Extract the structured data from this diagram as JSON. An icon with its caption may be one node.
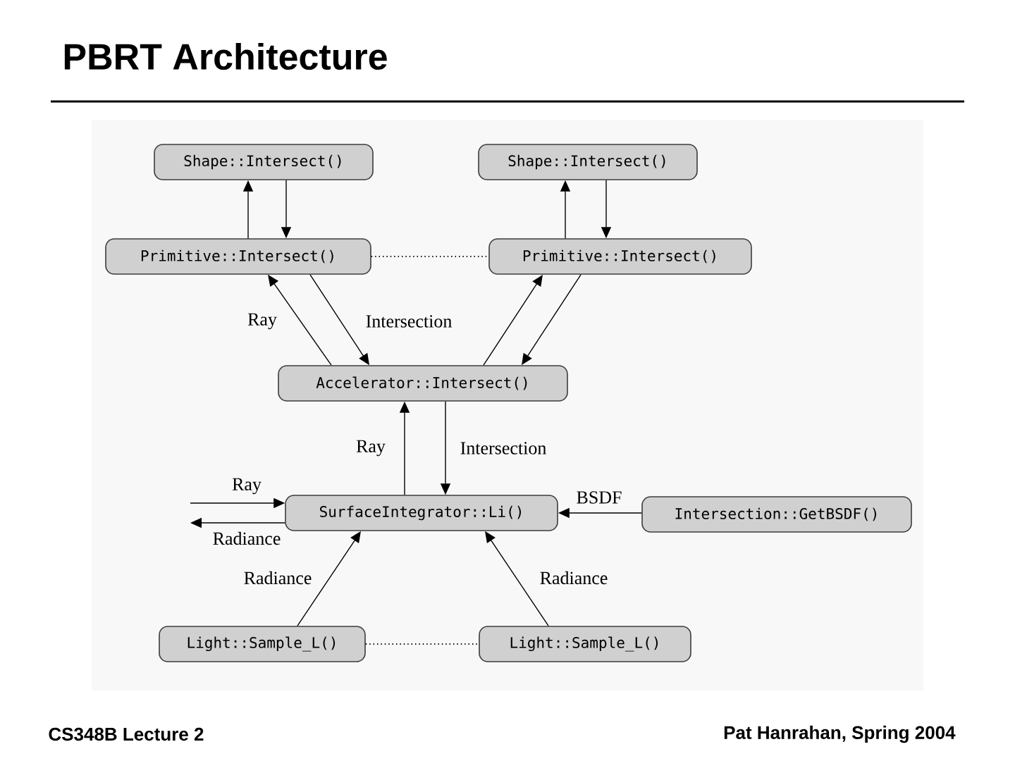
{
  "diagram": {
    "title": "PBRT Architecture",
    "nodes": [
      {
        "text": [
          "Shape::Intersect()"
        ]
      },
      {
        "text": [
          "Shape::Intersect()"
        ]
      },
      {
        "text": [
          "Primitive::Intersect()"
        ]
      },
      {
        "text": [
          "Primitive::Intersect()"
        ]
      },
      {
        "text": [
          "Accelerator::Intersect()"
        ]
      },
      {
        "text": [
          "SurfaceIntegrator::Li()"
        ]
      },
      {
        "text": [
          "Intersection::GetBSDF()"
        ]
      },
      {
        "text": [
          "Light::Sample_L()"
        ]
      },
      {
        "text": [
          "Light::Sample_L()"
        ]
      }
    ],
    "edges": [
      {
        "from": 2,
        "to": 0,
        "arrow": "to"
      },
      {
        "from": 0,
        "to": 2,
        "arrow": "to"
      },
      {
        "from": 3,
        "to": 1,
        "arrow": "to"
      },
      {
        "from": 1,
        "to": 3,
        "arrow": "to"
      },
      {
        "from": 2,
        "to": 3,
        "arrow": "none",
        "style": "dashed"
      },
      {
        "from": 4,
        "to": 2,
        "arrow": "to",
        "label": "Ray"
      },
      {
        "from": 2,
        "to": 4,
        "arrow": "to",
        "label": "Intersection"
      },
      {
        "from": 4,
        "to": 3,
        "arrow": "to"
      },
      {
        "from": 3,
        "to": 4,
        "arrow": "to"
      },
      {
        "from": 5,
        "to": 4,
        "arrow": "to",
        "label": "Ray"
      },
      {
        "from": 4,
        "to": 5,
        "arrow": "to",
        "label": "Intersection"
      },
      {
        "from": null,
        "to": 5,
        "arrow": "to",
        "label": "Ray"
      },
      {
        "from": 5,
        "to": null,
        "arrow": "to",
        "label": "Radiance"
      },
      {
        "from": 6,
        "to": 5,
        "arrow": "to",
        "label": "BSDF"
      },
      {
        "from": 7,
        "to": 5,
        "arrow": "to",
        "label": "Radiance"
      },
      {
        "from": 8,
        "to": 5,
        "arrow": "to",
        "label": "Radiance"
      },
      {
        "from": 7,
        "to": 8,
        "arrow": "none",
        "style": "dashed"
      }
    ],
    "labels": [
      "CS348B Lecture 2",
      "Pat Hanrahan, Spring 2004"
    ]
  }
}
